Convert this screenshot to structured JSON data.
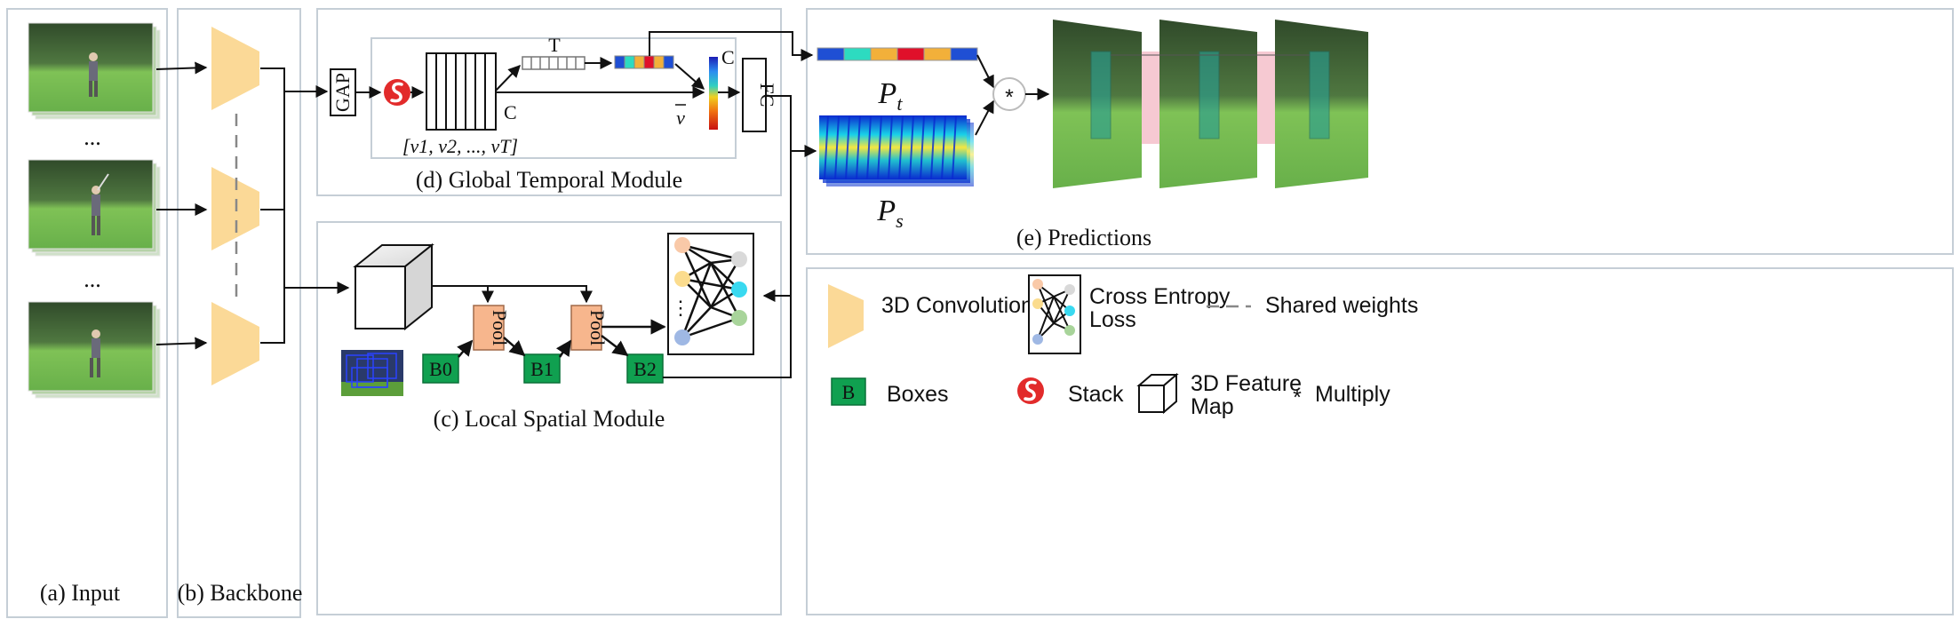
{
  "panels": {
    "input": "(a) Input",
    "backbone": "(b) Backbone",
    "global": "(d) Global Temporal Module",
    "local": "(c) Local Spatial Module",
    "predictions": "(e) Predictions"
  },
  "input_dots": [
    "...",
    "..."
  ],
  "global_module": {
    "gap": "GAP",
    "fc": "FC",
    "T": "T",
    "C_stack": "C",
    "C_bar": "C",
    "vbar": "v",
    "seq_label": "[v1, v2, ..., vT]"
  },
  "local_module": {
    "pool1": "Pool",
    "pool2": "Pool",
    "b0": "B0",
    "b1": "B1",
    "b2": "B2",
    "dots": "⋮"
  },
  "predictions_module": {
    "pt": "P",
    "pt_sub": "t",
    "ps": "P",
    "ps_sub": "s",
    "multiply": "*"
  },
  "legend": {
    "conv": "3D Convolution",
    "ce_line1": "Cross Entropy",
    "ce_line2": "Loss",
    "shared": "Shared weights",
    "box_letter": "B",
    "boxes": "Boxes",
    "stack": "Stack",
    "feat_line1": "3D Feature",
    "feat_line2": "Map",
    "mult_symbol": "*",
    "multiply": "Multiply"
  },
  "colors": {
    "conv": "#fbd997",
    "pool": "#f7b68d",
    "box": "#10a050",
    "stack": "#e02424",
    "grass": "#5c9e3a",
    "trees": "#3c5a2e",
    "highlight": "#f6c9d2",
    "bbox": "#2a9d8f"
  }
}
